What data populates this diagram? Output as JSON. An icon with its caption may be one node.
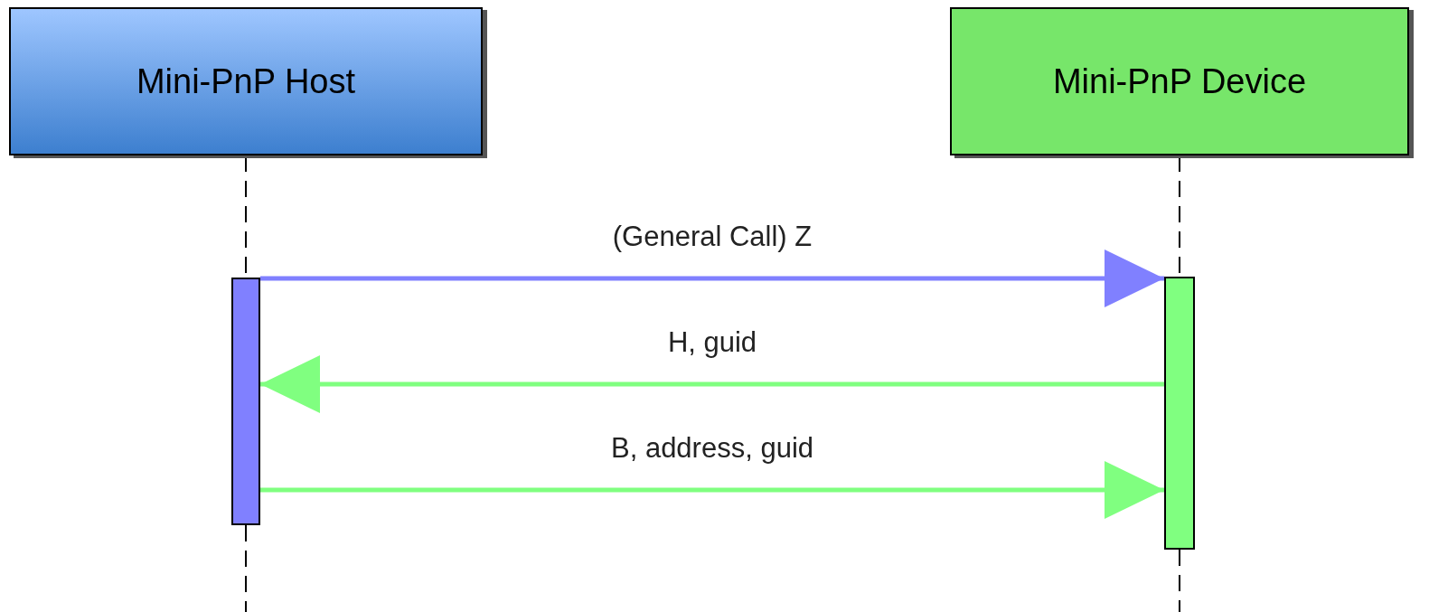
{
  "diagram": {
    "nodes": [
      {
        "text": [
          "Mini-PnP Host"
        ]
      },
      {
        "text": [
          "Mini-PnP Device"
        ]
      },
      {
        "text": [],
        "shape": "bar"
      },
      {
        "text": [],
        "shape": "bar"
      }
    ],
    "edges": [
      {
        "from": 0,
        "to": 2,
        "arrow": "none",
        "style": "dashed"
      },
      {
        "from": 2,
        "to": null,
        "arrow": "none",
        "style": "dashed"
      },
      {
        "from": 1,
        "to": 3,
        "arrow": "none",
        "style": "dashed"
      },
      {
        "from": 3,
        "to": null,
        "arrow": "none",
        "style": "dashed"
      },
      {
        "from": 2,
        "to": 3,
        "arrow": "to",
        "label": "(General Call) Z",
        "color": "#8080ff",
        "style": "thick"
      },
      {
        "from": 3,
        "to": 2,
        "arrow": "to",
        "label": "H, guid",
        "color": "#80ff80",
        "style": "thick"
      },
      {
        "from": 2,
        "to": 3,
        "arrow": "to",
        "label": "B, address, guid",
        "color": "#80ff80",
        "style": "thick"
      }
    ]
  }
}
